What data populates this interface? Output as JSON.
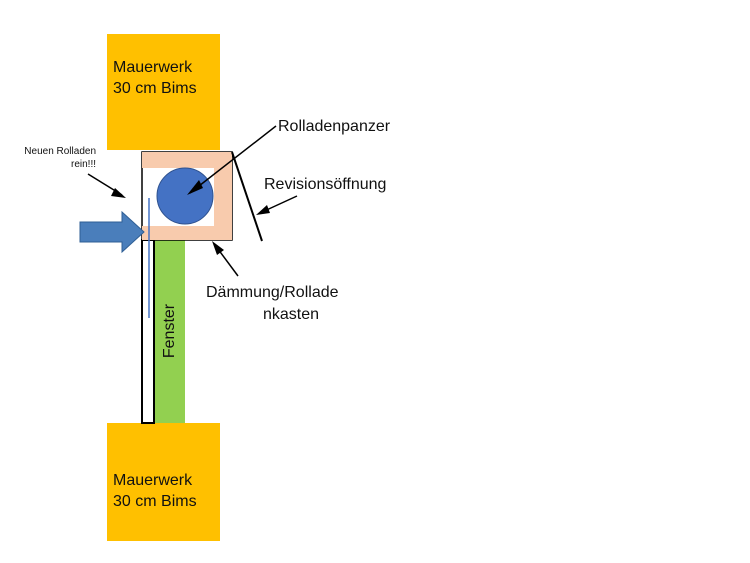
{
  "masonry_top": {
    "line1": "Mauerwerk",
    "line2": "30 cm Bims"
  },
  "masonry_bottom": {
    "line1": "Mauerwerk",
    "line2": "30 cm Bims"
  },
  "labels": {
    "rolladenpanzer": "Rolladenpanzer",
    "revisionsoeffnung": "Revisionsöffnung",
    "daemmung_line1": "Dämmung/Rollade",
    "daemmung_line2": "nkasten",
    "neuen_line1": "Neuen Rolladen",
    "neuen_line2": "rein!!!",
    "fenster": "Fenster"
  },
  "colors": {
    "masonry": "#ffc000",
    "insulation": "#f8cbad",
    "roller": "#4472c4",
    "window": "#92d050",
    "arrow": "#4a7ebb",
    "line": "#000000"
  }
}
